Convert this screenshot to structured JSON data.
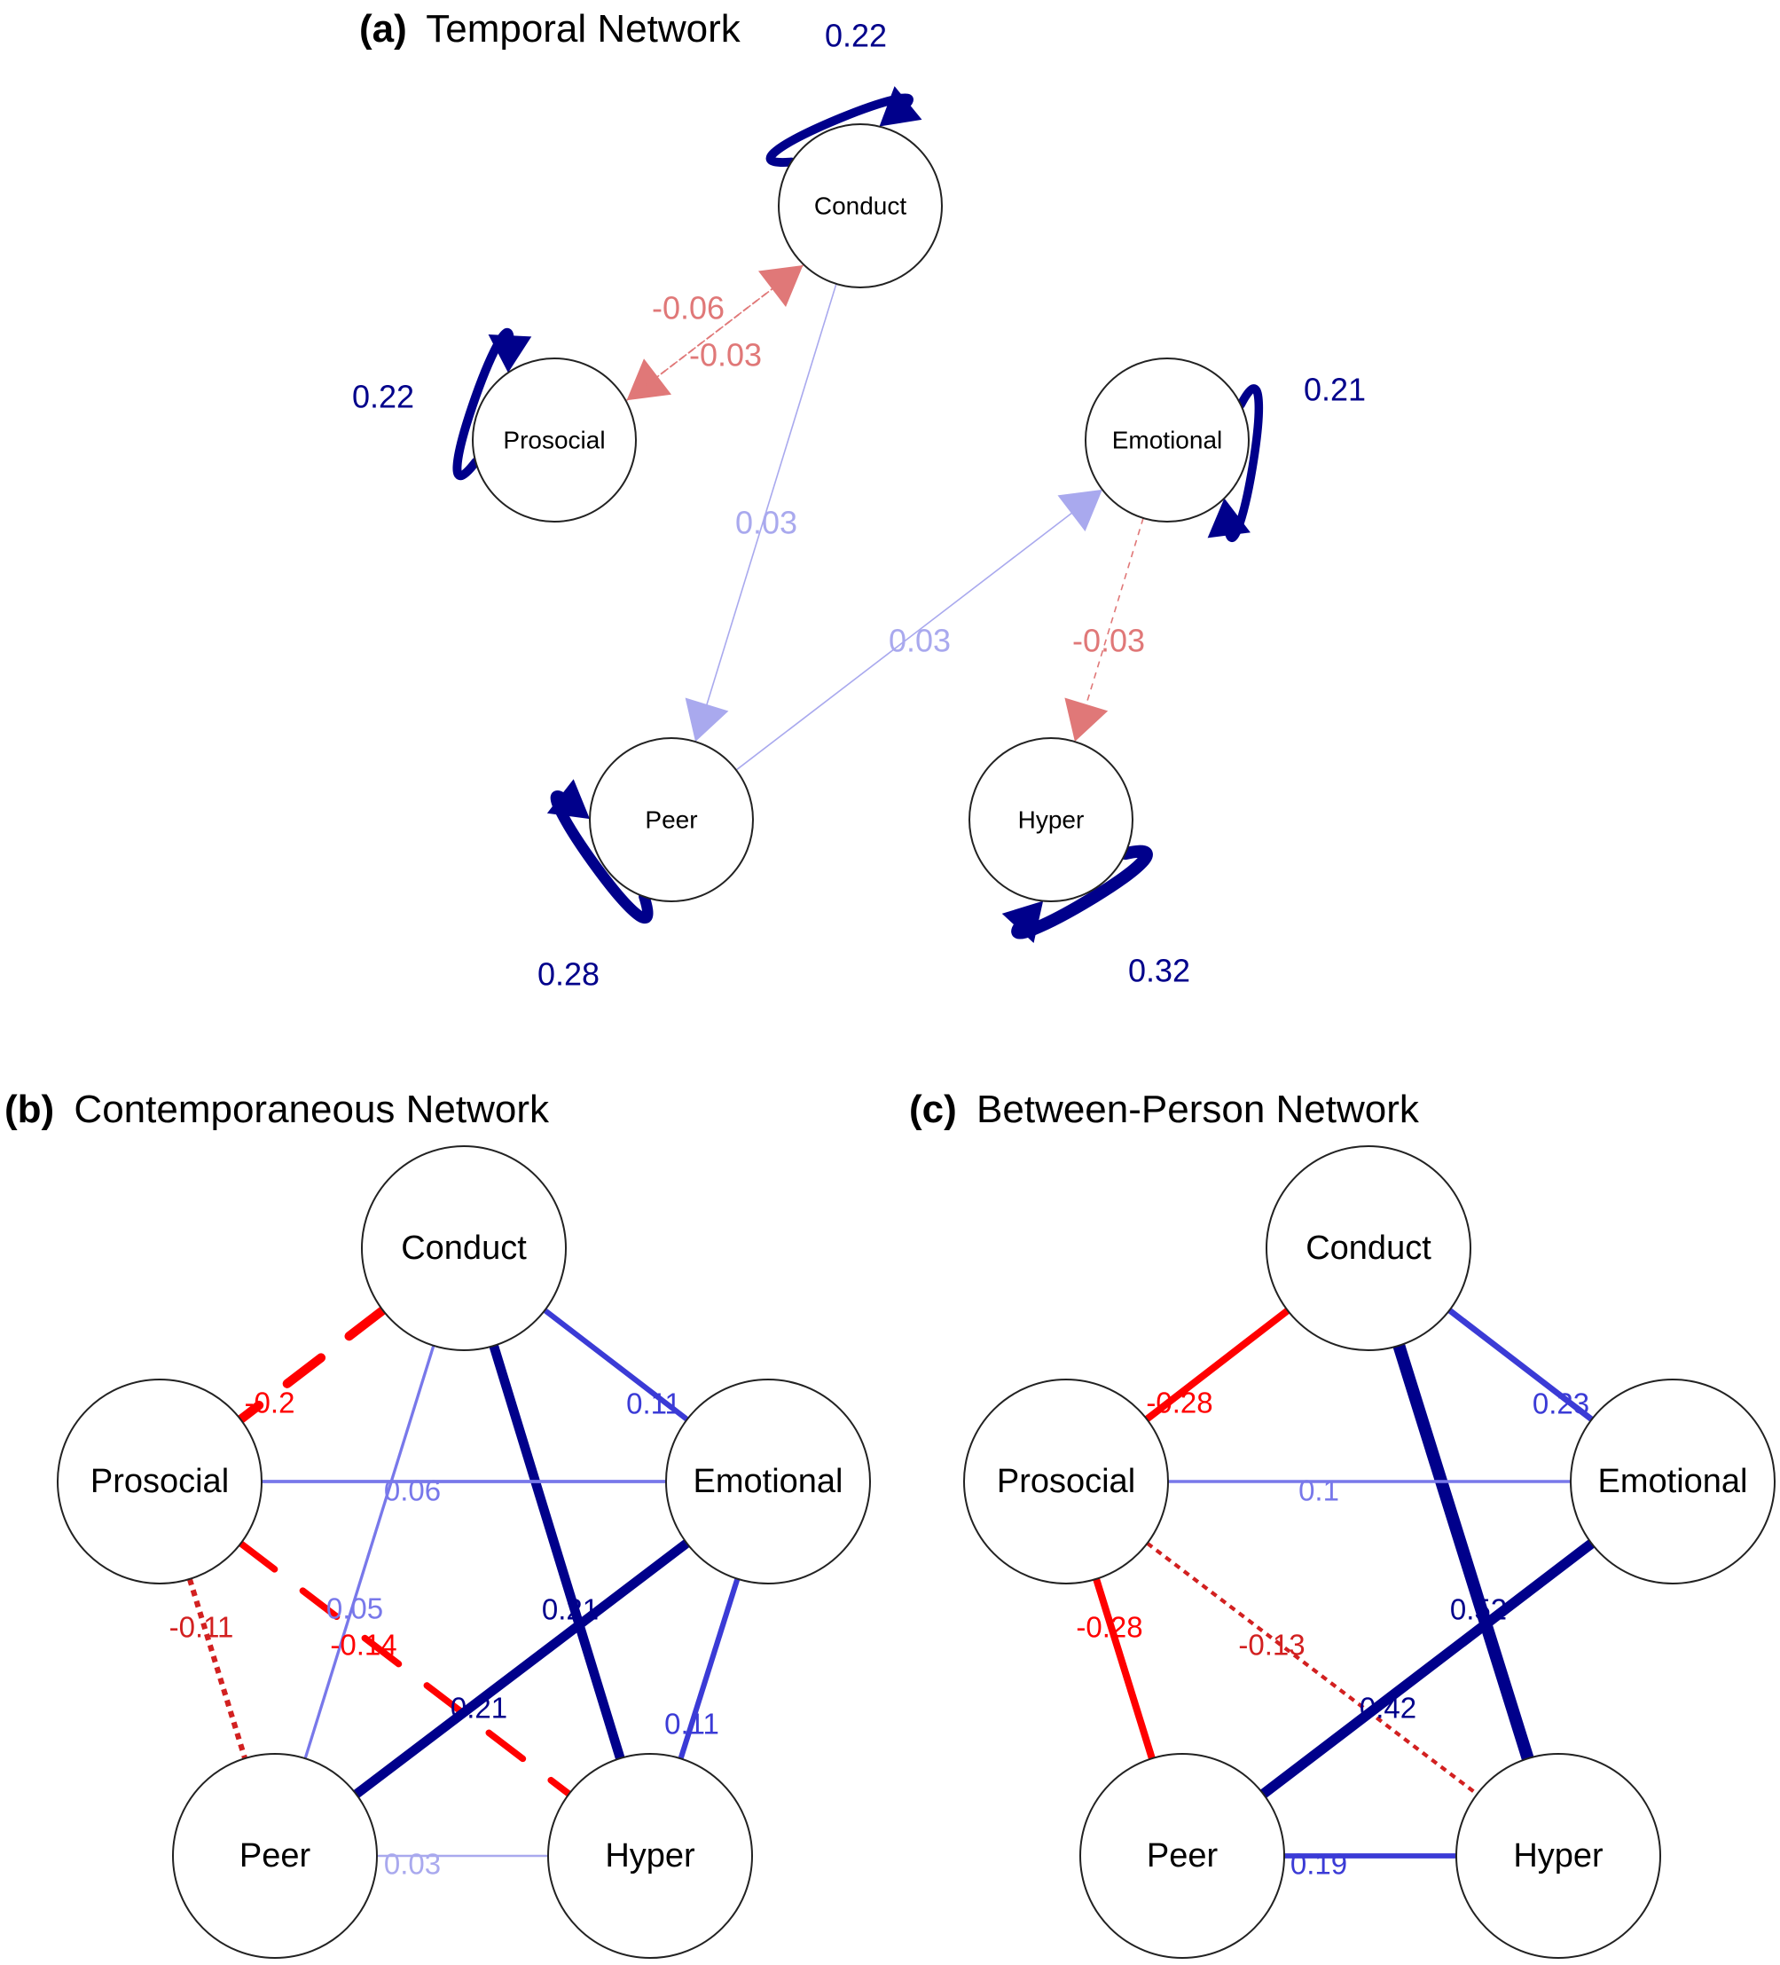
{
  "colors": {
    "pos_strong": "#00008b",
    "pos_mid": "#3b3bd6",
    "pos_light": "#7878ea",
    "pos_faint": "#a9a9ee",
    "pos_vfaint": "#c6c6f2",
    "neg_strong": "#ff0000",
    "neg_mid": "#d22020",
    "neg_light": "#e07878"
  },
  "panels": [
    {
      "id": "a",
      "title_bold": "(a)",
      "title_text": "Temporal Network",
      "nodes": [
        {
          "id": "Conduct",
          "label": "Conduct"
        },
        {
          "id": "Prosocial",
          "label": "Prosocial"
        },
        {
          "id": "Emotional",
          "label": "Emotional"
        },
        {
          "id": "Peer",
          "label": "Peer"
        },
        {
          "id": "Hyper",
          "label": "Hyper"
        }
      ],
      "edges": [
        {
          "from": "Conduct",
          "to": "Conduct",
          "weight": 0.22,
          "label": "0.22",
          "directed": true
        },
        {
          "from": "Prosocial",
          "to": "Prosocial",
          "weight": 0.22,
          "label": "0.22",
          "directed": true
        },
        {
          "from": "Emotional",
          "to": "Emotional",
          "weight": 0.21,
          "label": "0.21",
          "directed": true
        },
        {
          "from": "Peer",
          "to": "Peer",
          "weight": 0.28,
          "label": "0.28",
          "directed": true
        },
        {
          "from": "Hyper",
          "to": "Hyper",
          "weight": 0.32,
          "label": "0.32",
          "directed": true
        },
        {
          "from": "Conduct",
          "to": "Prosocial",
          "weight": -0.06,
          "label": "-0.06",
          "directed": true
        },
        {
          "from": "Prosocial",
          "to": "Conduct",
          "weight": -0.03,
          "label": "-0.03",
          "directed": true
        },
        {
          "from": "Conduct",
          "to": "Peer",
          "weight": 0.03,
          "label": "0.03",
          "directed": true
        },
        {
          "from": "Peer",
          "to": "Emotional",
          "weight": 0.03,
          "label": "0.03",
          "directed": true
        },
        {
          "from": "Emotional",
          "to": "Hyper",
          "weight": -0.03,
          "label": "-0.03",
          "directed": true
        }
      ]
    },
    {
      "id": "b",
      "title_bold": "(b)",
      "title_text": "Contemporaneous Network",
      "nodes": [
        {
          "id": "Conduct",
          "label": "Conduct"
        },
        {
          "id": "Prosocial",
          "label": "Prosocial"
        },
        {
          "id": "Emotional",
          "label": "Emotional"
        },
        {
          "id": "Peer",
          "label": "Peer"
        },
        {
          "id": "Hyper",
          "label": "Hyper"
        }
      ],
      "edges": [
        {
          "from": "Conduct",
          "to": "Prosocial",
          "weight": -0.2,
          "label": "-0.2"
        },
        {
          "from": "Conduct",
          "to": "Emotional",
          "weight": 0.11,
          "label": "0.11"
        },
        {
          "from": "Conduct",
          "to": "Hyper",
          "weight": 0.21,
          "label": "0.21"
        },
        {
          "from": "Conduct",
          "to": "Peer",
          "weight": 0.05,
          "label": "0.05"
        },
        {
          "from": "Prosocial",
          "to": "Emotional",
          "weight": 0.06,
          "label": "0.06"
        },
        {
          "from": "Prosocial",
          "to": "Peer",
          "weight": -0.11,
          "label": "-0.11"
        },
        {
          "from": "Prosocial",
          "to": "Hyper",
          "weight": -0.14,
          "label": "-0.14"
        },
        {
          "from": "Emotional",
          "to": "Peer",
          "weight": 0.21,
          "label": "0.21"
        },
        {
          "from": "Emotional",
          "to": "Hyper",
          "weight": 0.11,
          "label": "0.11"
        },
        {
          "from": "Peer",
          "to": "Hyper",
          "weight": 0.03,
          "label": "0.03"
        }
      ]
    },
    {
      "id": "c",
      "title_bold": "(c)",
      "title_text": "Between-Person Network",
      "nodes": [
        {
          "id": "Conduct",
          "label": "Conduct"
        },
        {
          "id": "Prosocial",
          "label": "Prosocial"
        },
        {
          "id": "Emotional",
          "label": "Emotional"
        },
        {
          "id": "Peer",
          "label": "Peer"
        },
        {
          "id": "Hyper",
          "label": "Hyper"
        }
      ],
      "edges": [
        {
          "from": "Conduct",
          "to": "Prosocial",
          "weight": -0.28,
          "label": "-0.28"
        },
        {
          "from": "Conduct",
          "to": "Emotional",
          "weight": 0.23,
          "label": "0.23"
        },
        {
          "from": "Conduct",
          "to": "Hyper",
          "weight": 0.52,
          "label": "0.52"
        },
        {
          "from": "Prosocial",
          "to": "Emotional",
          "weight": 0.1,
          "label": "0.1"
        },
        {
          "from": "Prosocial",
          "to": "Peer",
          "weight": -0.28,
          "label": "-0.28"
        },
        {
          "from": "Prosocial",
          "to": "Hyper",
          "weight": -0.13,
          "label": "-0.13"
        },
        {
          "from": "Emotional",
          "to": "Peer",
          "weight": 0.42,
          "label": "0.42"
        },
        {
          "from": "Peer",
          "to": "Hyper",
          "weight": 0.19,
          "label": "0.19"
        }
      ]
    }
  ]
}
